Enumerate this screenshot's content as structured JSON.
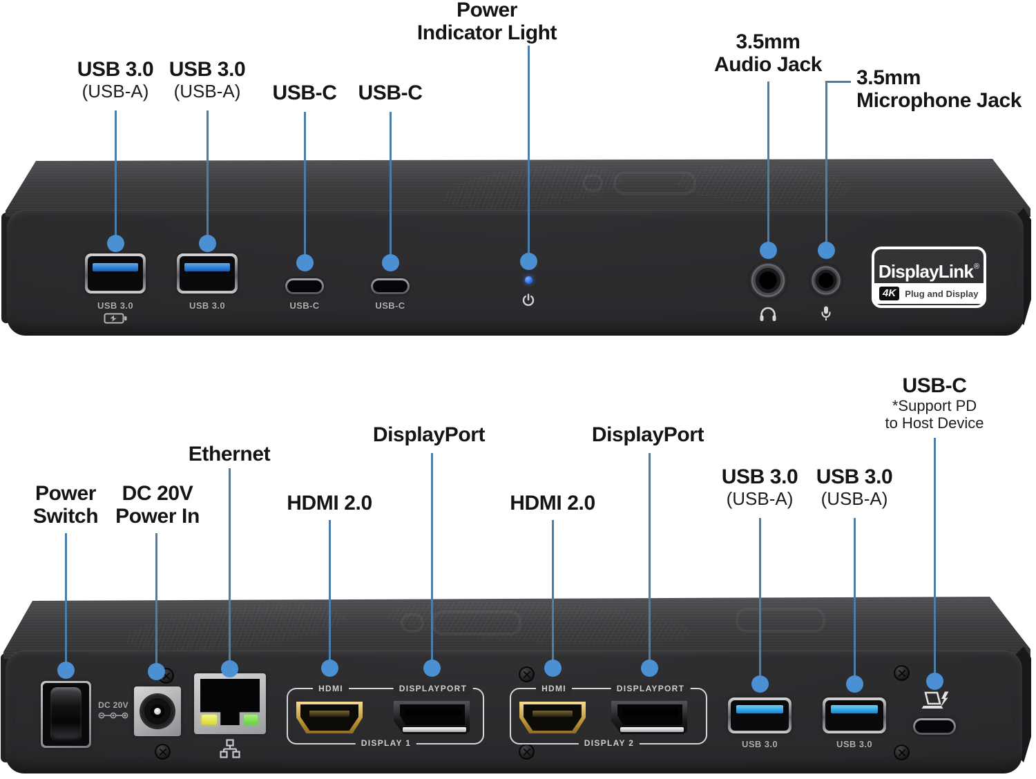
{
  "colors": {
    "leader_line": "#4b7fa9",
    "leader_dot": "#4a90d2",
    "usb_tab_front": "#2f7fd4",
    "usb_tab_rear": "#38a8e6",
    "hdmi_gold": "#caa23c",
    "power_led_blue": "#2e6fe8",
    "ethernet_led_yellow": "#d8d832",
    "ethernet_led_green": "#62d438",
    "badge_white": "#ffffff"
  },
  "front": {
    "usb_a1": {
      "label": "USB 3.0",
      "sub": "(USB-A)"
    },
    "usb_a2": {
      "label": "USB 3.0",
      "sub": "(USB-A)"
    },
    "usb_c1": {
      "label": "USB-C"
    },
    "usb_c2": {
      "label": "USB-C"
    },
    "power_indicator": {
      "line1": "Power",
      "line2": "Indicator Light"
    },
    "audio": {
      "line1": "3.5mm",
      "line2": "Audio Jack"
    },
    "mic": {
      "line1": "3.5mm",
      "line2": "Microphone Jack"
    },
    "panel": {
      "usb1": "USB 3.0",
      "usb2": "USB 3.0",
      "usbc1": "USB-C",
      "usbc2": "USB-C"
    },
    "badge": {
      "brand": "DisplayLink",
      "registered": "®",
      "resolution": "4K",
      "tagline": "Plug and Display"
    }
  },
  "rear": {
    "power_switch": {
      "line1": "Power",
      "line2": "Switch"
    },
    "dc_in": {
      "line1": "DC 20V",
      "line2": "Power In"
    },
    "ethernet": {
      "label": "Ethernet"
    },
    "hdmi1": {
      "label": "HDMI 2.0"
    },
    "dp1": {
      "label": "DisplayPort"
    },
    "hdmi2": {
      "label": "HDMI 2.0"
    },
    "dp2": {
      "label": "DisplayPort"
    },
    "usb1": {
      "label": "USB 3.0",
      "sub": "(USB-A)"
    },
    "usb2": {
      "label": "USB 3.0",
      "sub": "(USB-A)"
    },
    "usbc": {
      "label": "USB-C",
      "sub1": "*Support PD",
      "sub2": "to Host Device"
    },
    "panel": {
      "dc": "DC 20V",
      "display1_hdmi": "HDMI",
      "display1_dp": "DISPLAYPORT",
      "display1_name": "DISPLAY 1",
      "display2_hdmi": "HDMI",
      "display2_dp": "DISPLAYPORT",
      "display2_name": "DISPLAY 2",
      "usb1": "USB 3.0",
      "usb2": "USB 3.0"
    }
  }
}
